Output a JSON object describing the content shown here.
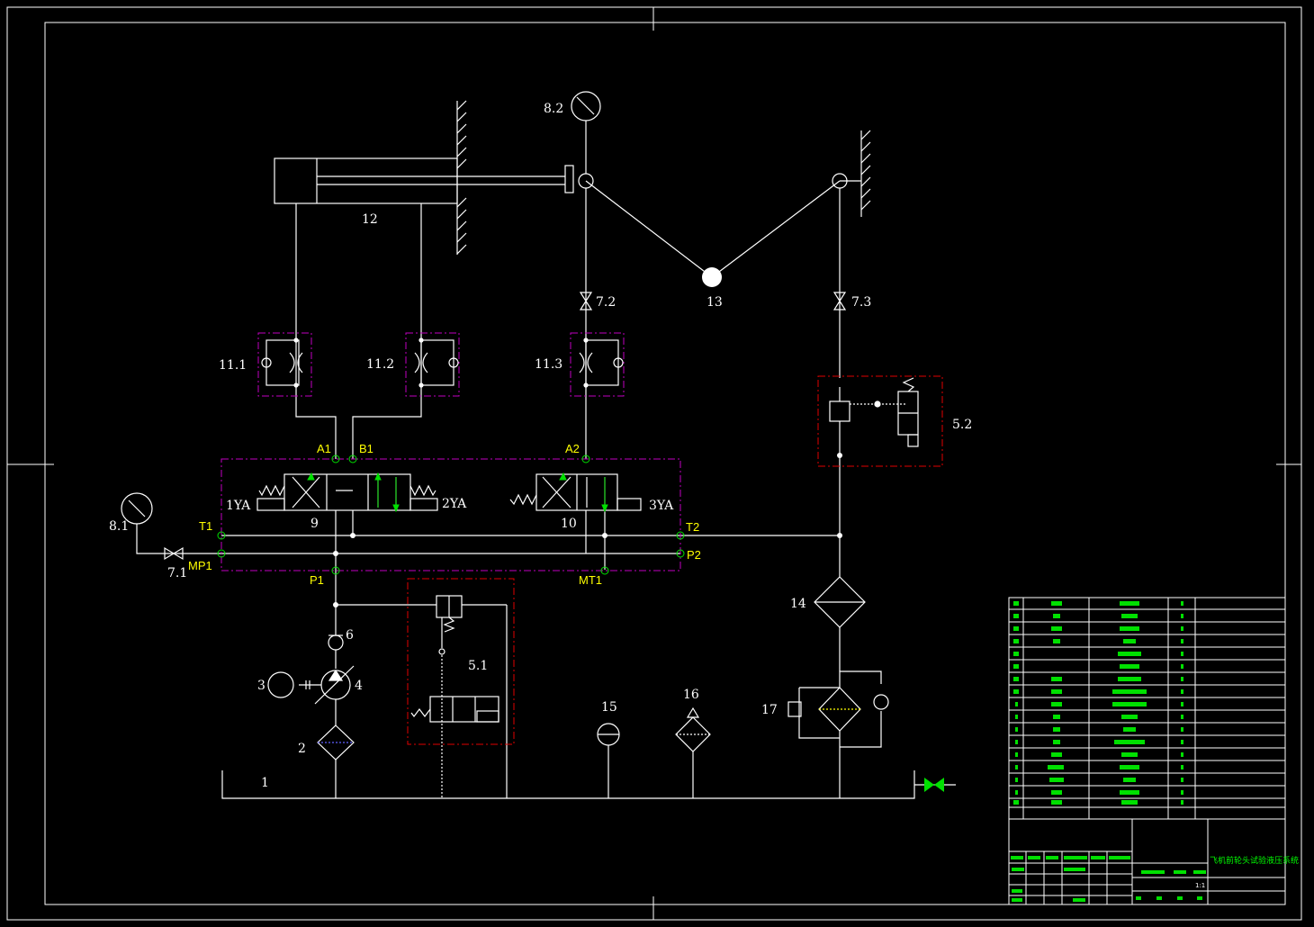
{
  "labels": {
    "tank": "1",
    "filter_suction": "2",
    "motor": "3",
    "pump": "4",
    "relief_5_1": "5.1",
    "relief_5_2": "5.2",
    "check_6": "6",
    "valve_7_1": "7.1",
    "valve_7_2": "7.2",
    "valve_7_3": "7.3",
    "gauge_8_1": "8.1",
    "gauge_8_2": "8.2",
    "dcv_9": "9",
    "dcv_10": "10",
    "throttle_11_1": "11.1",
    "throttle_11_2": "11.2",
    "throttle_11_3": "11.3",
    "cylinder_12": "12",
    "mass_13": "13",
    "cooler_14": "14",
    "thermometer_15": "15",
    "air_filter_16": "16",
    "return_filter_17": "17"
  },
  "ports": {
    "a1": "A1",
    "b1": "B1",
    "a2": "A2",
    "t1": "T1",
    "t2": "T2",
    "mp1": "MP1",
    "p1": "P1",
    "p2": "P2",
    "mt1": "MT1"
  },
  "solenoids": {
    "ya1": "1YA",
    "ya2": "2YA",
    "ya3": "3YA"
  },
  "title_block": {
    "drawing_title": "飞机前轮头试验液压系统",
    "scale": "1:1"
  },
  "colors": {
    "line": "#ffffff",
    "port_label": "#ffff00",
    "manifold": "#c000c0",
    "relief_box": "#e00000",
    "arrow": "#00ff00"
  }
}
